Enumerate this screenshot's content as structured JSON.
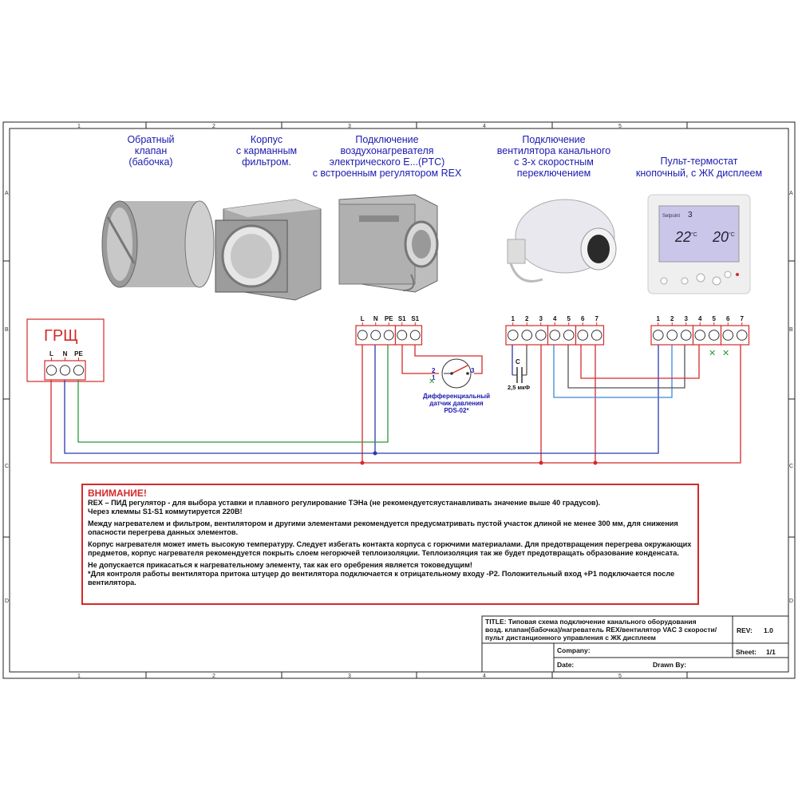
{
  "grid": {
    "cols": [
      "1",
      "2",
      "3",
      "4",
      "5"
    ],
    "rows": [
      "A",
      "B",
      "C",
      "D"
    ]
  },
  "captions": {
    "valve": [
      "Обратный",
      "клапан",
      "(бабочка)"
    ],
    "filter": [
      "Корпус",
      "с карманным",
      "фильтром."
    ],
    "heater": [
      "Подключение",
      "воздухонагревателя",
      "электрического Е...(PTC)",
      "с встроенным регулятором REX"
    ],
    "fan": [
      "Подключение",
      "вентилятора канального",
      "с 3-х скоростным",
      "переключением"
    ],
    "thermostat": [
      "Пульт-термостат",
      "кнопочный, с ЖК дисплеем"
    ]
  },
  "panel": {
    "title": "ГРЩ",
    "terminals": [
      "L",
      "N",
      "PE"
    ]
  },
  "heater_block": {
    "terminals": [
      "L",
      "N",
      "PE",
      "S1",
      "S1"
    ]
  },
  "fan_block": {
    "terminals": [
      "1",
      "2",
      "3",
      "4",
      "5",
      "6",
      "7"
    ],
    "capacitor_label": "C",
    "capacitor_value": "2,5 мкФ"
  },
  "thermostat_block": {
    "terminals": [
      "1",
      "2",
      "3",
      "4",
      "5",
      "6",
      "7"
    ]
  },
  "thermostat_display": {
    "setpoint_label": "Setpoint",
    "setpoint_value": "3",
    "temp_left": "22",
    "temp_right": "20",
    "unit": "°C"
  },
  "pressure_sensor": {
    "pin2": "2",
    "pin1": "1",
    "pin3": "3",
    "label": [
      "Дифференциальный",
      "датчик давления",
      "PDS-02*"
    ]
  },
  "notice": {
    "heading": "ВНИМАНИЕ!",
    "p1": "REX – ПИД регулятор - для выбора уставки и плавного регулирование ТЭНа (не рекомендуетсяустанавливать значение выше 40 градусов).",
    "p2": "Через клеммы S1-S1 коммутируется 220В!",
    "p3": "Между нагревателем и фильтром, вентилятором и другими элементами рекомендуется предусматривать пустой участок длиной не менее 300 мм, для снижения опасности перегрева данных элементов.",
    "p4": "Корпус нагревателя может иметь высокую температуру. Следует избегать контакта корпуса с горючими материалами. Для предотвращения перегрева окружающих предметов, корпус нагревателя рекомендуется покрыть слоем негорючей теплоизоляции. Теплоизоляция так же будет предотвращать образование конденсата.",
    "p5": "Не допускается прикасаться к нагревательному элементу, так как его оребрения является токоведущим!",
    "p6": "*Для контроля работы вентилятора притока штуцер до вентилятора подключается к отрицательному входу -P2. Положительный вход +P1 подключается после вентилятора."
  },
  "title_block": {
    "title_label": "TITLE:",
    "title_lines": [
      "Типовая схема подключение канального оборудования",
      "возд. клапан(бабочка)/нагреватель REX/вентилятор VAC 3 скорости/",
      "пульт дистанционного управления с ЖК дисплеем"
    ],
    "rev_label": "REV:",
    "rev_value": "1.0",
    "company_label": "Company:",
    "sheet_label": "Sheet:",
    "sheet_value": "1/1",
    "date_label": "Date:",
    "drawn_label": "Drawn By:"
  },
  "colors": {
    "wire_red": "#d42a2a",
    "wire_blue": "#2a3ab0",
    "wire_green": "#2a9a3a",
    "wire_gray": "#555555",
    "wire_lightblue": "#3a8ad8",
    "caption": "#1a1ab0"
  }
}
